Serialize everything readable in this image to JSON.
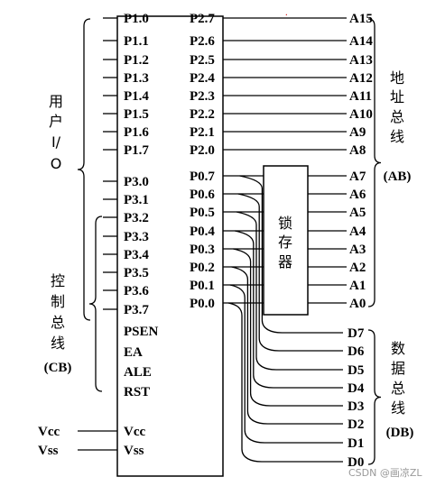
{
  "chip": {
    "left_pins": [
      "P1.0",
      "P1.1",
      "P1.2",
      "P1.3",
      "P1.4",
      "P1.5",
      "P1.6",
      "P1.7",
      "P3.0",
      "P3.1",
      "P3.2",
      "P3.3",
      "P3.4",
      "P3.5",
      "P3.6",
      "P3.7",
      "PSEN",
      "EA",
      "ALE",
      "RST",
      "Vcc",
      "Vss"
    ],
    "overlined_pins": [
      "PSEN",
      "EA"
    ],
    "port2_pins": [
      "P2.7",
      "P2.6",
      "P2.5",
      "P2.4",
      "P2.3",
      "P2.2",
      "P2.1",
      "P2.0"
    ],
    "port0_pins": [
      "P0.7",
      "P0.6",
      "P0.5",
      "P0.4",
      "P0.3",
      "P0.2",
      "P0.1",
      "P0.0"
    ]
  },
  "power_inputs": [
    "Vcc",
    "Vss"
  ],
  "latch_label": [
    "锁",
    "存",
    "器"
  ],
  "address_high": [
    "A15",
    "A14",
    "A13",
    "A12",
    "A11",
    "A10",
    "A9",
    "A8"
  ],
  "address_low": [
    "A7",
    "A6",
    "A5",
    "A4",
    "A3",
    "A2",
    "A1",
    "A0"
  ],
  "data_lines": [
    "D7",
    "D6",
    "D5",
    "D4",
    "D3",
    "D2",
    "D1",
    "D0"
  ],
  "groups": {
    "user_io": [
      "用",
      "户",
      "I/",
      "O"
    ],
    "control_bus": [
      "控",
      "制",
      "总",
      "线"
    ],
    "control_bus_abbr": "(CB)",
    "address_bus": [
      "地",
      "址",
      "总",
      "线"
    ],
    "address_bus_abbr": "(AB)",
    "data_bus": [
      "数",
      "据",
      "总",
      "线"
    ],
    "data_bus_abbr": "(DB)"
  },
  "watermark": "CSDN @画凉ZL"
}
